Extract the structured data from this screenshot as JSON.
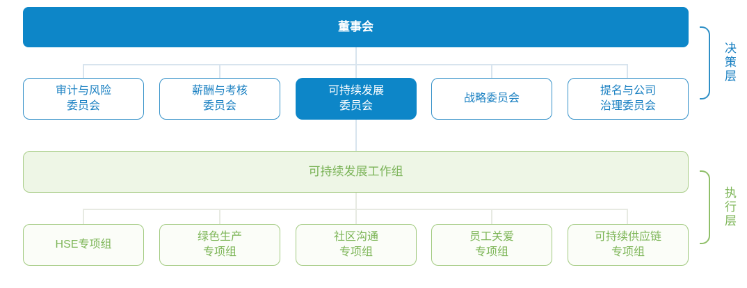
{
  "org_chart": {
    "board": {
      "label": "董事会"
    },
    "committee_row": [
      {
        "label": "审计与风险\n委员会",
        "highlighted": false
      },
      {
        "label": "薪酬与考核\n委员会",
        "highlighted": false
      },
      {
        "label": "可持续发展\n委员会",
        "highlighted": true
      },
      {
        "label": "战略委员会",
        "highlighted": false
      },
      {
        "label": "提名与公司\n治理委员会",
        "highlighted": false
      }
    ],
    "working_group": {
      "label": "可持续发展工作组"
    },
    "task_group_row": [
      {
        "label": "HSE专项组"
      },
      {
        "label": "绿色生产\n专项组"
      },
      {
        "label": "社区沟通\n专项组"
      },
      {
        "label": "员工关爱\n专项组"
      },
      {
        "label": "可持续供应链\n专项组"
      }
    ],
    "layer_labels": {
      "decision": {
        "label": "决策层"
      },
      "execution": {
        "label": "执行层"
      }
    },
    "colors": {
      "primary_blue": "#0d86c8",
      "blue_border": "#3390c8",
      "blue_text": "#1a80c2",
      "green_border": "#a0c97e",
      "green_fill_strong": "#eef6e6",
      "green_fill_light": "#fbfdf8",
      "green_text": "#7cb556",
      "connector_blue": "#d8e4ee",
      "connector_green": "#e7eae2"
    }
  }
}
